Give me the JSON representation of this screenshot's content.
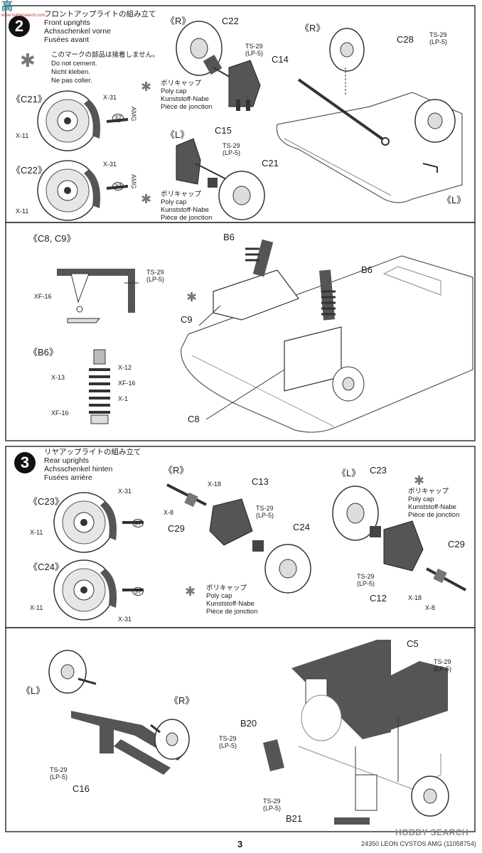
{
  "step2": {
    "number": "2",
    "title_jp": "フロントアップライトの組み立て",
    "title_en": "Front uprights",
    "title_de": "Achsschenkel vorne",
    "title_fr": "Fusées avant",
    "warn_jp": "このマークの部品は接着しません。",
    "warn_en": "Do not cement.",
    "warn_de": "Nicht kleben.",
    "warn_fr": "Ne pas coller.",
    "c21_label": "《C21》",
    "c22_label": "《C22》",
    "x31": "X-31",
    "x11": "X-11",
    "num37": "37",
    "r_label": "《R》",
    "l_label": "《L》",
    "c22": "C22",
    "c14": "C14",
    "c15": "C15",
    "c21": "C21",
    "c28": "C28",
    "ts29": "TS-29",
    "lp5": "(LP-5)",
    "polycap_jp": "ポリキャップ",
    "polycap_en": "Poly cap",
    "polycap_de": "Kunststoff-Nabe",
    "polycap_fr": "Pièce de jonction"
  },
  "step2b": {
    "c8c9_label": "《C8, C9》",
    "b6_label": "《B6》",
    "xf16": "XF-16",
    "x12": "X-12",
    "x13": "X-13",
    "x1": "X-1",
    "b6": "B6",
    "c9": "C9",
    "c8": "C8"
  },
  "step3": {
    "number": "3",
    "title_jp": "リヤアップライトの組み立て",
    "title_en": "Rear uprights",
    "title_de": "Achsschenkel hinten",
    "title_fr": "Fusées arrière",
    "c23_label": "《C23》",
    "c24_label": "《C24》",
    "x18": "X-18",
    "x8": "X-8",
    "c13": "C13",
    "c29": "C29",
    "c24": "C24",
    "c23": "C23",
    "c12": "C12"
  },
  "step3b": {
    "c5": "C5",
    "b20": "B20",
    "c16": "C16",
    "b21": "B21"
  },
  "footer": {
    "page": "3",
    "code": "24350  LEON CVSTOS AMG (11058754)",
    "watermark_cn": "高",
    "watermark_site": "www.hobbysearch.com",
    "brand": "HOBBY SEARCH"
  }
}
